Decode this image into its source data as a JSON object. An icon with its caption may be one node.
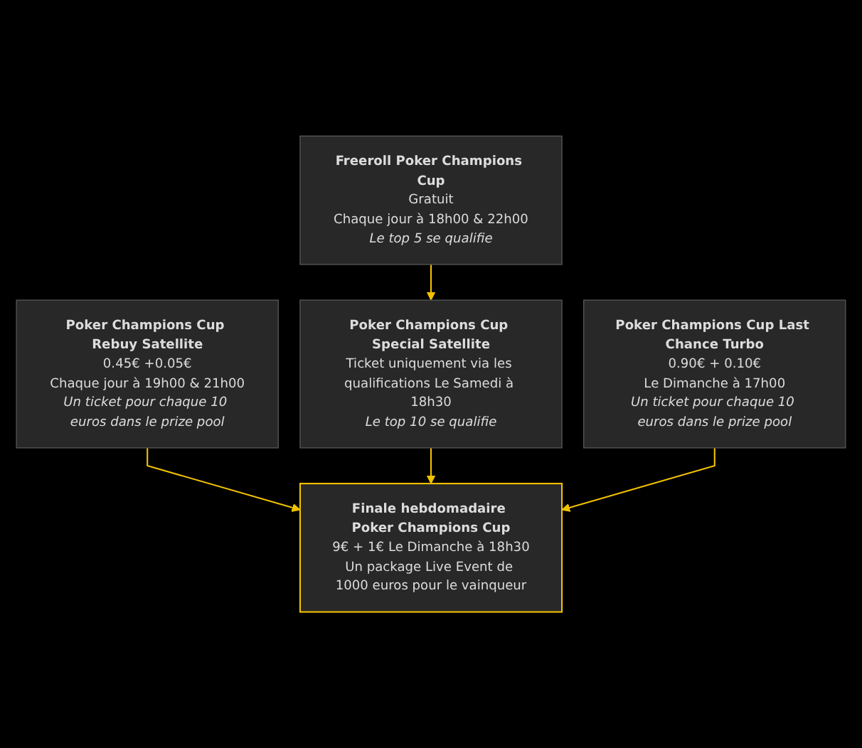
{
  "diagram": {
    "nodes": [
      {
        "text": [
          "Freeroll Poker Champions Cup",
          "Gratuit",
          "Chaque jour à 18h00 & 22h00",
          "Le top 5 se qualifie"
        ]
      },
      {
        "text": [
          "Poker Champions Cup Rebuy Satellite",
          "0.45€ +0.05€",
          "Chaque jour à 19h00 & 21h00",
          "Un ticket pour chaque 10 euros dans le prize pool"
        ]
      },
      {
        "text": [
          "Poker Champions Cup Special Satellite",
          "Ticket uniquement via les qualifications Le Samedi à 18h30",
          "Le top 10 se qualifie"
        ]
      },
      {
        "text": [
          "Poker Champions Cup Last Chance Turbo",
          "0.90€ + 0.10€",
          "Le Dimanche à 17h00",
          "Un ticket pour chaque 10 euros dans le prize pool"
        ]
      },
      {
        "text": [
          "Finale hebdomadaire Poker Champions Cup",
          "9€ + 1€ Le Dimanche à 18h30",
          "Un package Live Event de 1000 euros pour le vainqueur"
        ]
      }
    ],
    "edges": [
      {
        "from": 0,
        "to": 2,
        "arrow": "to"
      },
      {
        "from": 1,
        "to": 4,
        "arrow": "to"
      },
      {
        "from": 2,
        "to": 4,
        "arrow": "to"
      },
      {
        "from": 3,
        "to": 4,
        "arrow": "to"
      }
    ]
  }
}
